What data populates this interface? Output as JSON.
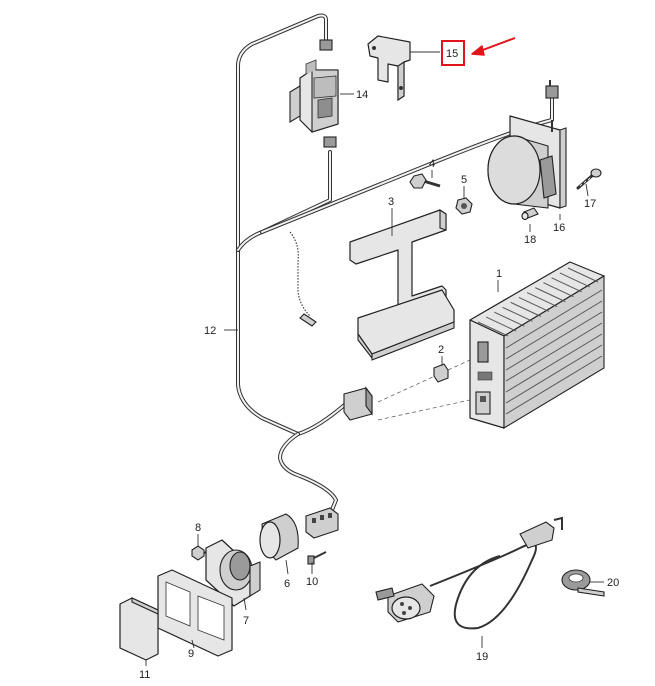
{
  "diagram": {
    "labels": {
      "p1": "1",
      "p2": "2",
      "p3": "3",
      "p4": "4",
      "p5": "5",
      "p6": "6",
      "p7": "7",
      "p8": "8",
      "p9": "9",
      "p10": "10",
      "p11": "11",
      "p12": "12",
      "p14": "14",
      "p15": "15",
      "p16": "16",
      "p17": "17",
      "p18": "18",
      "p19": "19",
      "p20": "20"
    },
    "highlight": {
      "part": "15",
      "color": "#e0151b"
    }
  }
}
